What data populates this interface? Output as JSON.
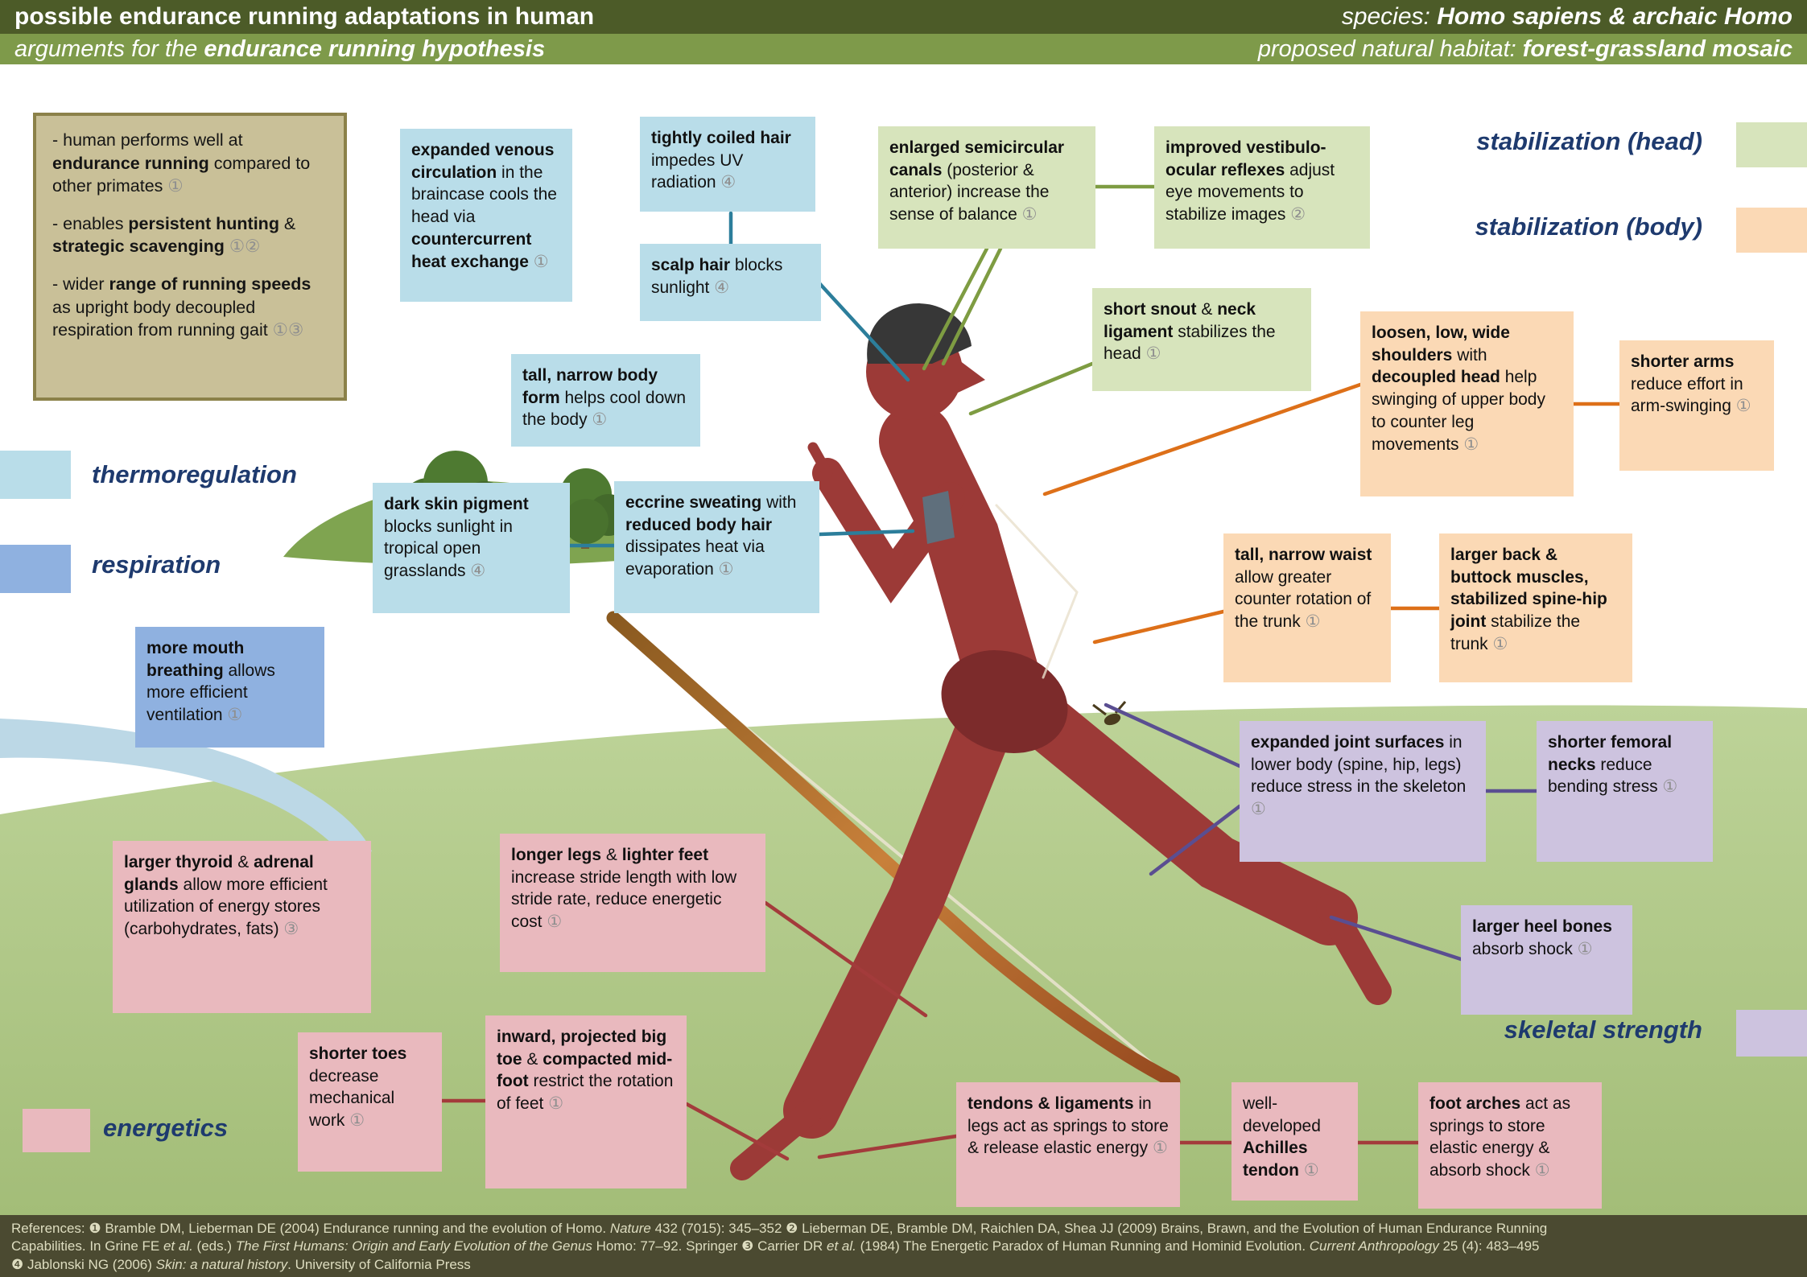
{
  "header": {
    "title_html": "<b>possible endurance running adaptations in human</b>",
    "subtitle_html": "<i>arguments for the <b>endurance running hypothesis</b></i>",
    "species_html": "<i>species: <b>Homo sapiens &amp; archaic Homo</b></i>",
    "habitat_html": "<i>proposed natural habitat: <b>forest-grassland mosaic</b></i>"
  },
  "intro": {
    "items_html": [
      "- human performs well at <b>endurance running</b> compared to other primates <span class=\"n\">①</span>",
      "- enables <b>persistent hunting</b> &amp; <b>strategic scavenging</b> <span class=\"n\">①②</span>",
      "- wider <b>range of running speeds</b> as upright body decoupled respiration from running gait <span class=\"n\">①③</span>"
    ]
  },
  "categories": {
    "thermoregulation": {
      "label": "thermoregulation",
      "color": "#b9dde9",
      "line_color": "#2c7e9b"
    },
    "respiration": {
      "label": "respiration",
      "color": "#8fb1e0",
      "line_color": "#4a7cc0"
    },
    "stabilization_head": {
      "label": "stabilization (head)",
      "color": "#d7e4bc",
      "line_color": "#7e9c42"
    },
    "stabilization_body": {
      "label": "stabilization (body)",
      "color": "#fbd9b5",
      "line_color": "#dd7019"
    },
    "skeletal_strength": {
      "label": "skeletal strength",
      "color": "#cdc3df",
      "line_color": "#5a4e91"
    },
    "energetics": {
      "label": "energetics",
      "color": "#e9b9be",
      "line_color": "#a33b3b"
    }
  },
  "figure": {
    "name": "running-human-silhouette",
    "color": "#9c3a37",
    "bow_color": "#b5722e"
  },
  "boxes": {
    "venous": {
      "html": "<b>expanded venous circulation</b> in the braincase cools the head via <b>countercurrent heat exchange</b> <span class=\"n\">①</span>"
    },
    "coiled": {
      "html": "<b>tightly coiled hair</b> impedes UV radiation <span class=\"n\">④</span>"
    },
    "scalp": {
      "html": "<b>scalp hair</b> blocks sunlight <span class=\"n\">④</span>"
    },
    "body_form": {
      "html": "<b>tall, narrow body form</b> helps cool down the body <span class=\"n\">①</span>"
    },
    "dark_skin": {
      "html": "<b>dark skin pigment</b> blocks sunlight in tropical open grasslands <span class=\"n\">④</span>"
    },
    "sweating": {
      "html": "<b>eccrine sweating</b> with <b>reduced body hair</b> dissipates heat via evaporation <span class=\"n\">①</span>"
    },
    "mouth": {
      "html": "<b>more mouth breathing</b> allows more efficient ventilation <span class=\"n\">①</span>"
    },
    "canals": {
      "html": "<b>enlarged semicircular canals</b> (posterior &amp; anterior) increase the sense of balance <span class=\"n\">①</span>"
    },
    "vor": {
      "html": "<b>improved vestibulo-ocular reflexes</b> adjust eye movements to stabilize images <span class=\"n\">②</span>"
    },
    "snout": {
      "html": "<b>short snout</b> &amp; <b>neck ligament</b> stabilizes the head <span class=\"n\">①</span>"
    },
    "shoulders": {
      "html": "<b>loosen, low, wide shoulders</b> with <b>decoupled head</b> help swinging of upper body to counter leg movements <span class=\"n\">①</span>"
    },
    "arms": {
      "html": "<b>shorter arms</b> reduce effort in arm-swinging <span class=\"n\">①</span>"
    },
    "waist": {
      "html": "<b>tall, narrow waist</b> allow greater counter rotation of the trunk <span class=\"n\">①</span>"
    },
    "back": {
      "html": "<b>larger back &amp; buttock muscles, stabilized spine-hip joint</b> stabilize the trunk <span class=\"n\">①</span>"
    },
    "joints": {
      "html": "<b>expanded joint surfaces</b> in lower body (spine, hip, legs) reduce stress in the skeleton <span class=\"n\">①</span>"
    },
    "femoral": {
      "html": "<b>shorter femoral necks</b> reduce bending stress <span class=\"n\">①</span>"
    },
    "heel": {
      "html": "<b>larger heel bones</b> absorb shock <span class=\"n\">①</span>"
    },
    "thyroid": {
      "html": "<b>larger thyroid</b> &amp; <b>adrenal glands</b> allow more efficient utilization of energy stores (carbohydrates, fats) <span class=\"n\">③</span>"
    },
    "legs": {
      "html": "<b>longer legs</b> &amp; <b>lighter feet</b> increase stride length with low stride rate, reduce energetic cost <span class=\"n\">①</span>"
    },
    "toes": {
      "html": "<b>shorter toes</b> decrease mechanical work <span class=\"n\">①</span>"
    },
    "bigtoe": {
      "html": "<b>inward, projected big toe</b> &amp; <b>compacted mid-foot</b> restrict the rotation of feet <span class=\"n\">①</span>"
    },
    "tendons": {
      "html": "<b>tendons &amp; ligaments</b> in legs act as springs to store &amp; release elastic energy <span class=\"n\">①</span>"
    },
    "achilles": {
      "html": "well-developed <b>Achilles tendon</b> <span class=\"n\">①</span>"
    },
    "arches": {
      "html": "<b>foot arches</b> act as springs to store elastic energy &amp; absorb shock <span class=\"n\">①</span>"
    }
  },
  "footer": {
    "lines_html": [
      "References: ❶ Bramble DM, Lieberman DE (2004) Endurance running and the evolution of Homo. <i>Nature</i> 432 (7015): 345–352 ❷ Lieberman DE, Bramble DM, Raichlen DA, Shea JJ (2009) Brains, Brawn, and the Evolution of Human Endurance Running",
      "Capabilities. In Grine FE <i>et al.</i> (eds.) <i>The First Humans: Origin and Early Evolution of the Genus</i> Homo: 77–92. Springer ❸ Carrier DR <i>et al.</i> (1984) The Energetic Paradox of Human Running and Hominid Evolution. <i>Current Anthropology</i> 25 (4): 483–495",
      "❹ Jablonski NG (2006) <i>Skin: a natural history</i>. University of California Press"
    ]
  }
}
